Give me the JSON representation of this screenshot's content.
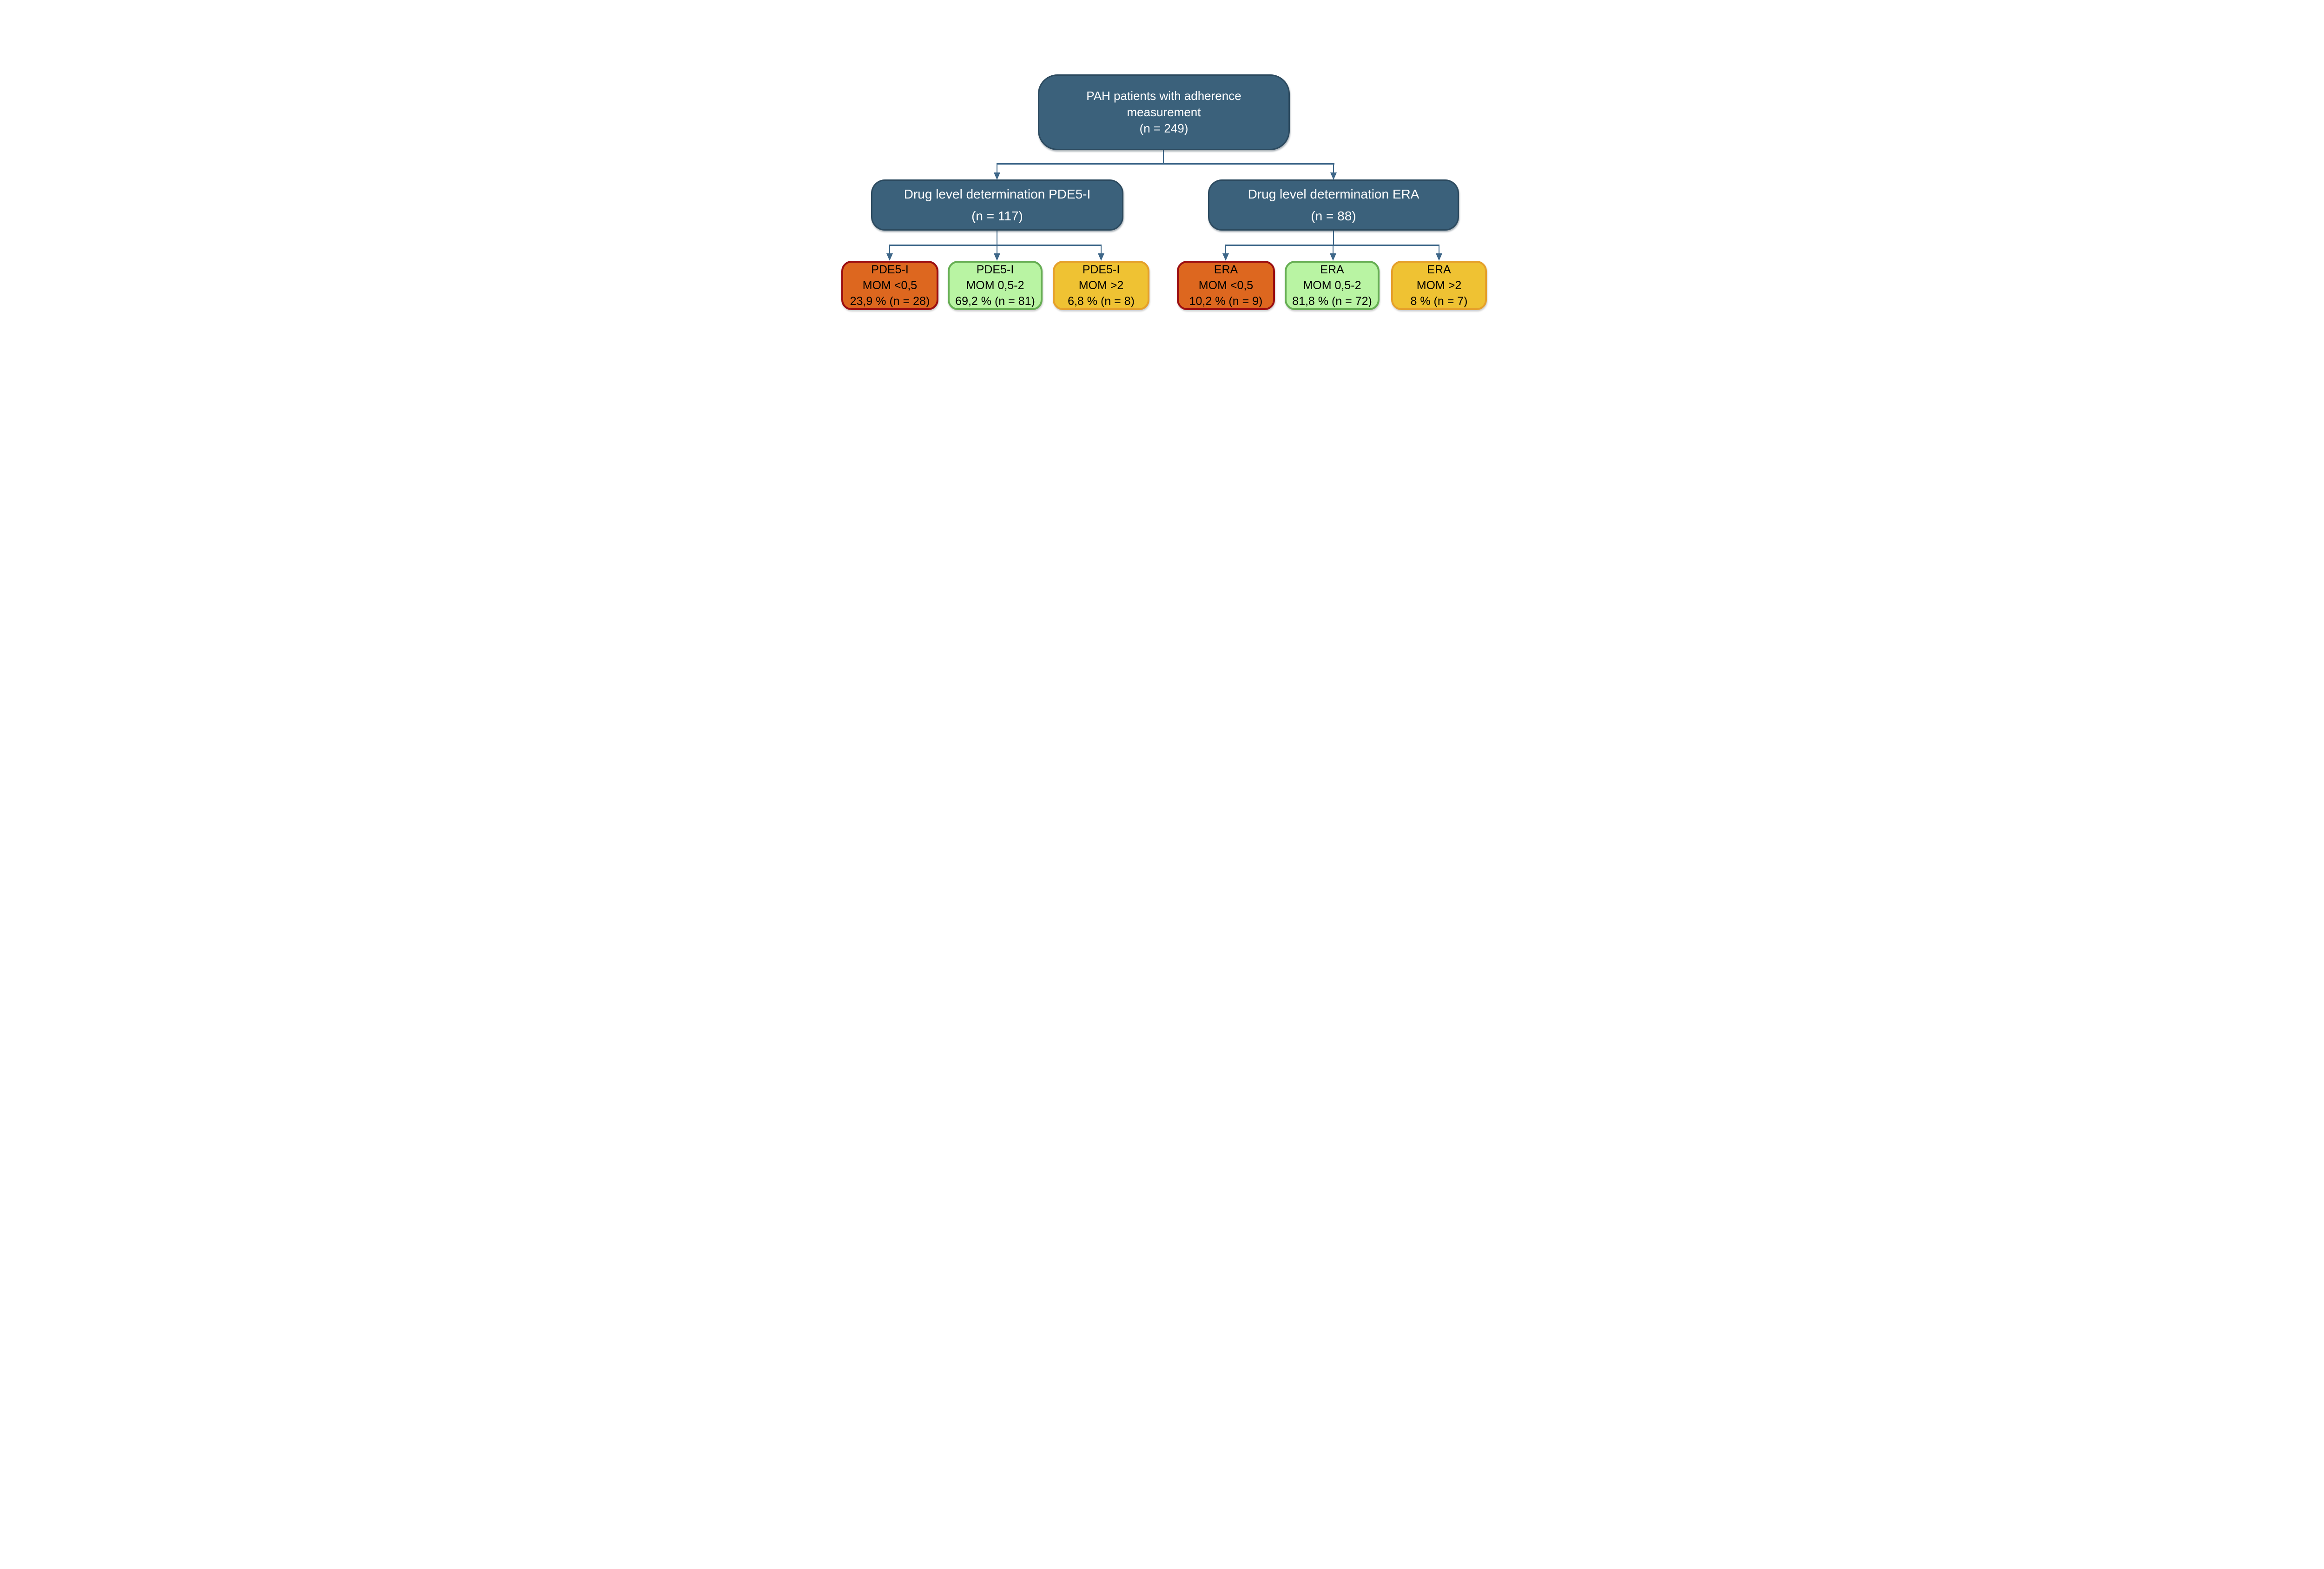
{
  "flow": {
    "root": {
      "lines": [
        "PAH patients with adherence",
        "measurement",
        "(n = 249)"
      ]
    },
    "branches": [
      {
        "name": "PDE5-I",
        "node": {
          "lines": [
            "Drug level determination PDE5-I",
            "(n = 117)"
          ]
        },
        "children": [
          {
            "variant": "orange",
            "lines": [
              "PDE5-I",
              "MOM <0,5",
              "23,9 % (n = 28)"
            ]
          },
          {
            "variant": "green",
            "lines": [
              "PDE5-I",
              "MOM 0,5-2",
              "69,2 % (n = 81)"
            ]
          },
          {
            "variant": "yellow",
            "lines": [
              "PDE5-I",
              "MOM >2",
              "6,8 % (n = 8)"
            ]
          }
        ]
      },
      {
        "name": "ERA",
        "node": {
          "lines": [
            "Drug level determination ERA",
            "(n = 88)"
          ]
        },
        "children": [
          {
            "variant": "orange",
            "lines": [
              "ERA",
              "MOM <0,5",
              "10,2 % (n = 9)"
            ]
          },
          {
            "variant": "green",
            "lines": [
              "ERA",
              "MOM 0,5-2",
              "81,8 % (n = 72)"
            ]
          },
          {
            "variant": "yellow",
            "lines": [
              "ERA",
              "MOM >2",
              "8 % (n = 7)"
            ]
          }
        ]
      }
    ],
    "colors": {
      "parent_fill": "#3B617B",
      "parent_border": "#2C4A5F",
      "parent_text": "#FFFFFF",
      "connector": "#3E6789",
      "orange_fill": "#DD671F",
      "orange_border": "#9B0E11",
      "green_fill": "#B9F4A3",
      "green_border": "#66AE53",
      "yellow_fill": "#EFC233",
      "yellow_border": "#E5A02B",
      "leaf_text": "#000000",
      "background": "#FFFFFF"
    }
  }
}
